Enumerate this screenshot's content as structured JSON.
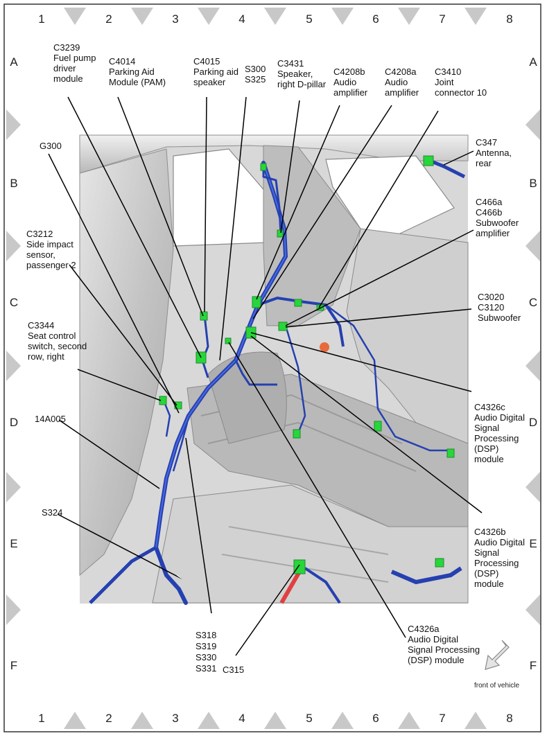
{
  "grid": {
    "columns": [
      "1",
      "2",
      "3",
      "4",
      "5",
      "6",
      "7",
      "8"
    ],
    "rows": [
      "A",
      "B",
      "C",
      "D",
      "E",
      "F"
    ]
  },
  "callouts": {
    "c3239": [
      "C3239",
      "Fuel pump",
      "driver",
      "module"
    ],
    "c4014": [
      "C4014",
      "Parking Aid",
      "Module (PAM)"
    ],
    "c4015": [
      "C4015",
      "Parking aid",
      "speaker"
    ],
    "s300": [
      "S300",
      "S325"
    ],
    "c3431": [
      "C3431",
      "Speaker,",
      "right D-pillar"
    ],
    "c4208b": [
      "C4208b",
      "Audio",
      "amplifier"
    ],
    "c4208a": [
      "C4208a",
      "Audio",
      "amplifier"
    ],
    "c3410": [
      "C3410",
      "Joint",
      "connector 10"
    ],
    "g300": [
      "G300"
    ],
    "c347": [
      "C347",
      "Antenna,",
      "rear"
    ],
    "c466": [
      "C466a",
      "C466b",
      "Subwoofer",
      "amplifier"
    ],
    "c3212": [
      "C3212",
      "Side impact",
      "sensor,",
      "passenger 2"
    ],
    "c3020": [
      "C3020",
      "C3120",
      "Subwoofer"
    ],
    "c3344": [
      "C3344",
      "Seat control",
      "switch, second",
      "row, right"
    ],
    "h14a005": [
      "14A005"
    ],
    "c4326c": [
      "C4326c",
      "Audio Digital",
      "Signal",
      "Processing",
      "(DSP)",
      "module"
    ],
    "s324": [
      "S324"
    ],
    "c4326b": [
      "C4326b",
      "Audio Digital",
      "Signal",
      "Processing",
      "(DSP)",
      "module"
    ],
    "s318": [
      "S318",
      "S319",
      "S330",
      "S331"
    ],
    "c315": [
      "C315"
    ],
    "c4326a": [
      "C4326a",
      "Audio Digital",
      "Signal Processing",
      "(DSP) module"
    ]
  },
  "front_label": "front of vehicle",
  "colors": {
    "harness": "#2540b0",
    "harness_highlight": "#4a6ae0",
    "connector": "#27d63a",
    "connector_dark": "#1f8a2a",
    "body_panel": "#c9c9c9",
    "red_cable": "#e04040",
    "orange_part": "#e86a3a",
    "grid_marker": "#c8c8c8"
  }
}
